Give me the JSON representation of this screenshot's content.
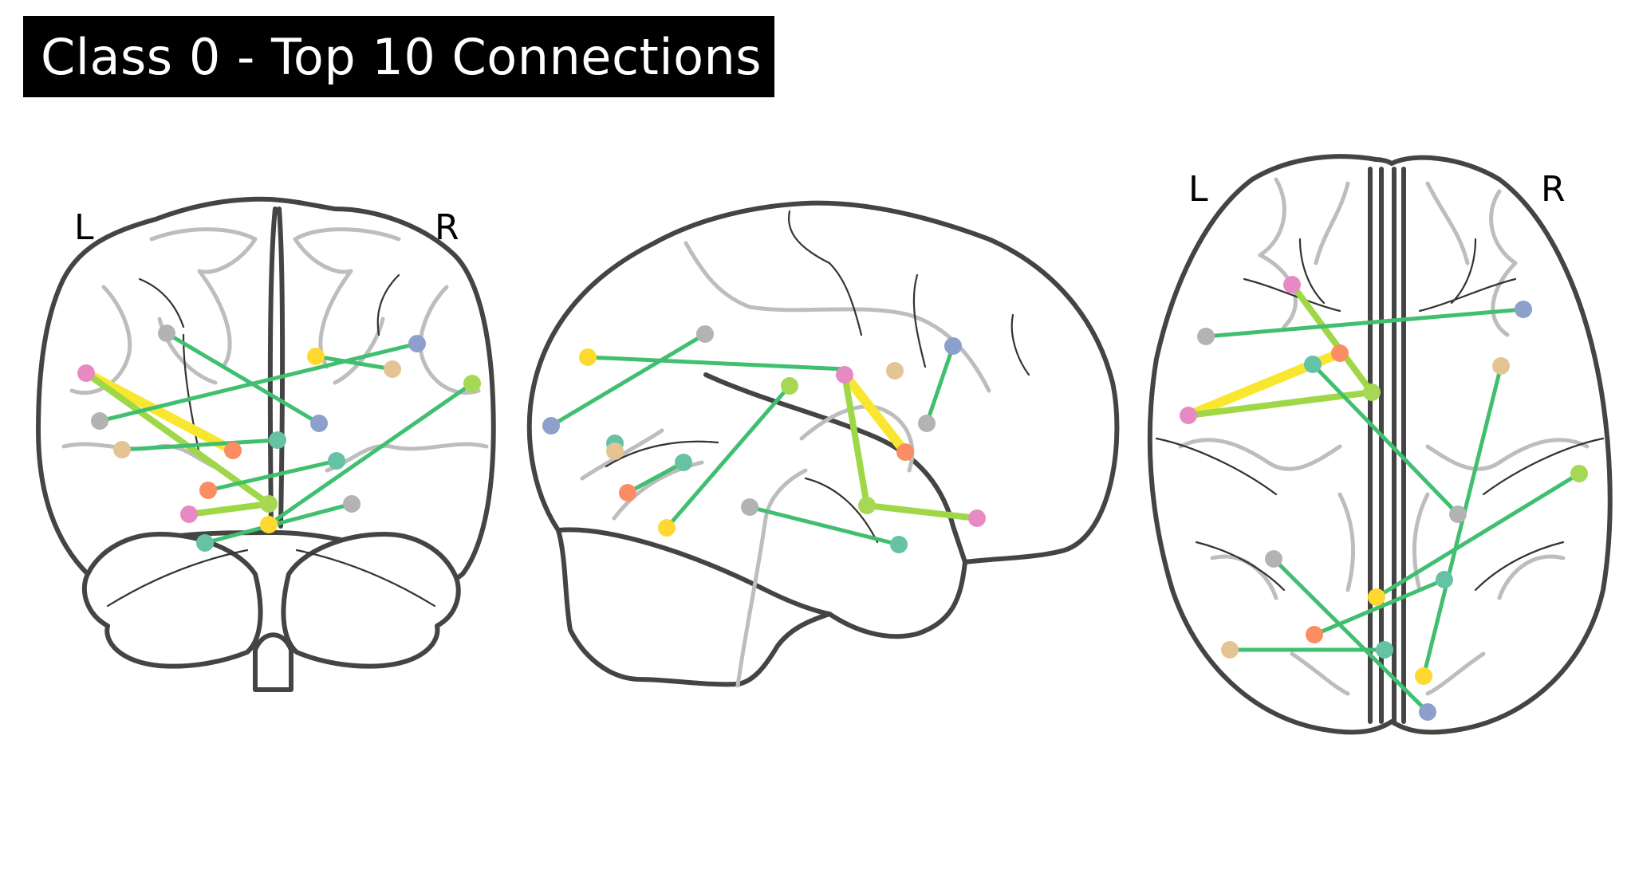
{
  "title": "Class 0 - Top 10 Connections",
  "views": {
    "coronal": {
      "left_label": "L",
      "right_label": "R"
    },
    "axial": {
      "left_label": "L",
      "right_label": "R"
    }
  },
  "colors": {
    "strong": "#f9e62f",
    "medium": "#9fd846",
    "weak": "#3fbf6f"
  },
  "node_colors": [
    "#e78ac3",
    "#ffd92f",
    "#fc8d62",
    "#8da0cb",
    "#66c2a5",
    "#a6d854",
    "#e5c494",
    "#b3b3b3"
  ],
  "chart_data": {
    "type": "connectome",
    "title": "Class 0 - Top 10 Connections",
    "n_connections": 10
  }
}
